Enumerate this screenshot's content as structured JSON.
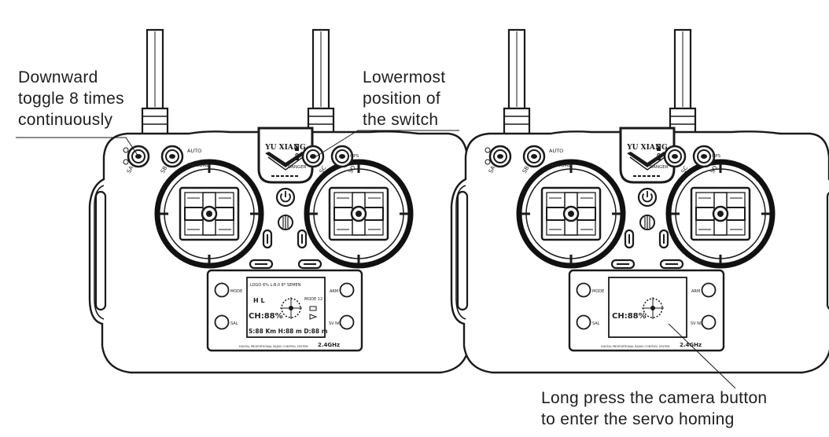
{
  "callouts": {
    "toggle": {
      "line1": "Downward",
      "line2": "toggle 8 times",
      "line3": "continuously"
    },
    "switch": {
      "line1": "Lowermost",
      "line2": "position of",
      "line3": "the switch"
    },
    "camera": {
      "line1": "Long press the camera button",
      "line2": "to enter the servo homing"
    }
  },
  "controller": {
    "brand": "YU XIANG",
    "switch_labels": {
      "sa": "SA",
      "sb": "SB",
      "sc": "SC",
      "sd": "SD",
      "auto": "AUTO",
      "manual": "MANUAL",
      "danger": "DANGER",
      "gps": "GPS"
    },
    "screen_labels": {
      "left_top": "MODE",
      "left_bottom": "SAL",
      "right_bottom": "SV NG",
      "right_top": "ARM"
    },
    "lcd_full": {
      "top_row": "LOGO 6% L.B.0 8* SEMEN",
      "hl": "H L",
      "ch": "CH:88%",
      "mode": "MODE 12",
      "bottom_row": "S:88 Km  H:88 m  D:88 m"
    },
    "lcd_empty": {
      "ch": "CH:88%"
    },
    "frequency": "2.4GHz",
    "footer": "DIGITAL PROPORTIONAL RADIO CONTROL SYSTEM"
  },
  "colors": {
    "line": "#1a1a1a",
    "background": "#ffffff"
  }
}
